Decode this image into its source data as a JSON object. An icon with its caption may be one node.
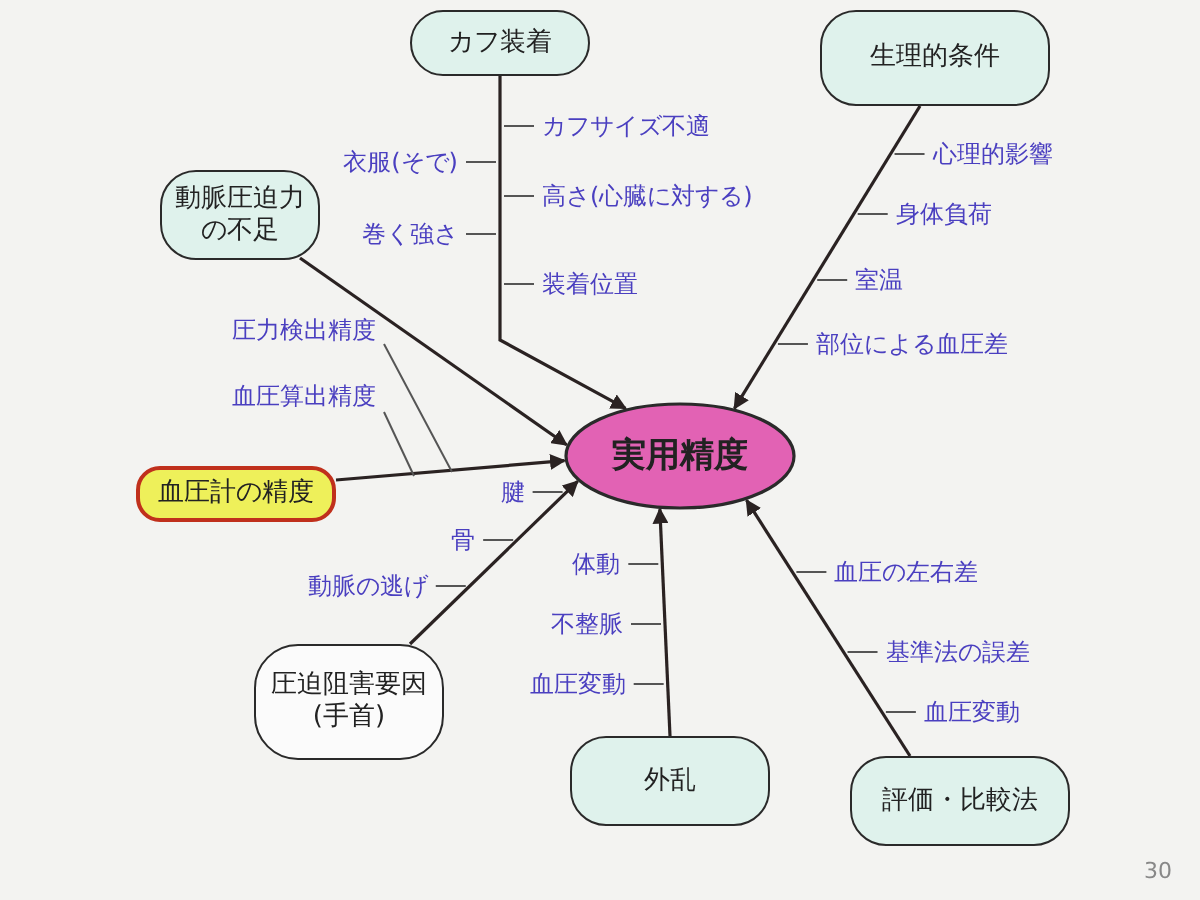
{
  "diagram": {
    "nodes": [
      {
        "text": [
          "実用精度"
        ]
      },
      {
        "text": [
          "カフ装着"
        ]
      },
      {
        "text": [
          "生理的条件"
        ]
      },
      {
        "text": [
          "動脈圧迫力の不足"
        ]
      },
      {
        "text": [
          "血圧計の精度"
        ]
      },
      {
        "text": [
          "圧迫阻害要因(手首)"
        ]
      },
      {
        "text": [
          "外乱"
        ]
      },
      {
        "text": [
          "評価・比較法"
        ]
      }
    ],
    "edges": [
      {
        "from": 1,
        "to": 0,
        "arrow": "to"
      },
      {
        "from": 2,
        "to": 0,
        "arrow": "to"
      },
      {
        "from": 3,
        "to": 0,
        "arrow": "to"
      },
      {
        "from": 4,
        "to": 0,
        "arrow": "to"
      },
      {
        "from": 5,
        "to": 0,
        "arrow": "to"
      },
      {
        "from": 6,
        "to": 0,
        "arrow": "to"
      },
      {
        "from": 7,
        "to": 0,
        "arrow": "to"
      }
    ],
    "labels": [
      "カフサイズ不適",
      "衣服(そで)",
      "高さ(心臓に対する)",
      "巻く強さ",
      "装着位置",
      "心理的影響",
      "身体負荷",
      "室温",
      "部位による血圧差",
      "圧力検出精度",
      "血圧算出精度",
      "腱",
      "骨",
      "動脈の逃げ",
      "体動",
      "不整脈",
      "血圧変動",
      "血圧の左右差",
      "基準法の誤差",
      "血圧変動",
      "30"
    ]
  }
}
